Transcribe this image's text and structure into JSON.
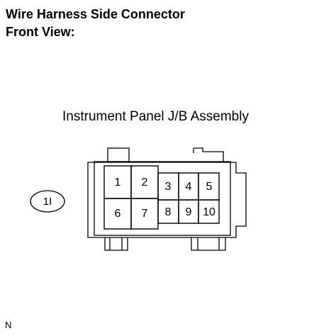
{
  "title": {
    "line1": "Wire Harness Side Connector",
    "line2": "Front View:"
  },
  "assembly_label": "Instrument Panel J/B Assembly",
  "connector_code": "1I",
  "pins": [
    "1",
    "2",
    "3",
    "4",
    "5",
    "6",
    "7",
    "8",
    "9",
    "10"
  ],
  "corner_mark": "N"
}
